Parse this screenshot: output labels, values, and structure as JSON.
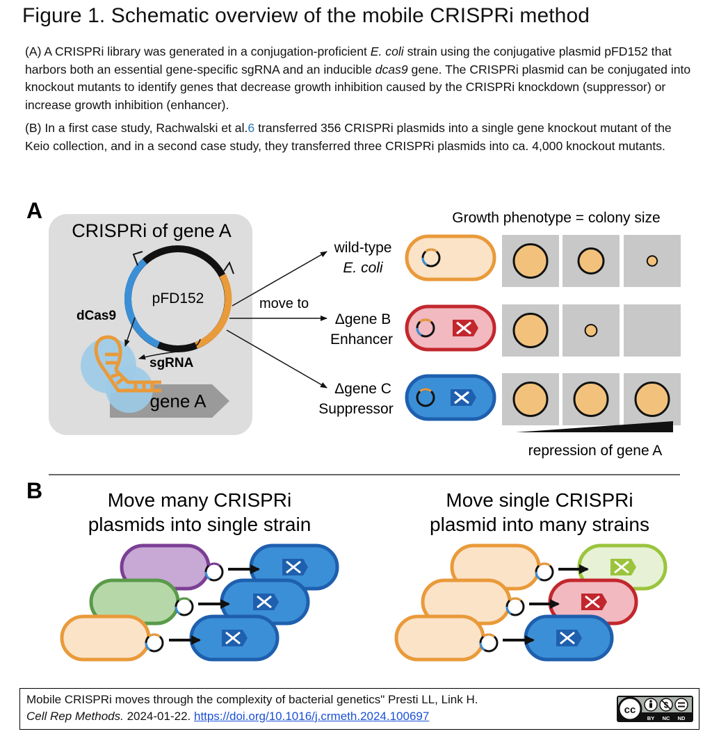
{
  "title": "Figure 1. Schematic overview of the mobile CRISPRi method",
  "caption_a": {
    "t1": "(A) A CRISPRi library was generated in a conjugation-proficient ",
    "t2": "E. coli",
    "t3": " strain using the conjugative plasmid pFD152 that harbors both an essential gene-specific sgRNA and an inducible ",
    "t4": "dcas9",
    "t5": " gene. The CRISPRi plasmid can be conjugated into knockout mutants to identify genes that decrease growth inhibition caused by the CRISPRi knockdown (suppressor) or increase growth inhibition (enhancer)."
  },
  "caption_b": {
    "t1": "(B) In a first case study, Rachwalski et al.",
    "ref": "6",
    "t2": " transferred 356 CRISPRi plasmids into a single gene knockout mutant of the Keio collection, and in a second case study, they transferred three CRISPRi plasmids into ca. 4,000 knockout mutants."
  },
  "panel_a": {
    "label": "A",
    "box_title": "CRISPRi of gene A",
    "plasmid": "pFD152",
    "dcas9": "dCas9",
    "sgrna": "sgRNA",
    "gene": "gene A",
    "move_to": "move to",
    "phenotype_title": "Growth phenotype = colony size",
    "repression": "repression of gene A",
    "rows": [
      {
        "line1": "wild-type",
        "line2": "E. coli",
        "colonies": [
          1.0,
          0.75,
          0.3
        ]
      },
      {
        "line1": "Δgene B",
        "line2": "Enhancer",
        "colonies": [
          1.0,
          0.35,
          0
        ]
      },
      {
        "line1": "Δgene C",
        "line2": "Suppressor",
        "colonies": [
          1.0,
          1.0,
          1.0
        ]
      }
    ]
  },
  "panel_b": {
    "label": "B",
    "left_title_1": "Move many CRISPRi",
    "left_title_2": "plasmids into single strain",
    "right_title_1": "Move single CRISPRi",
    "right_title_2": "plasmid into many strains"
  },
  "colors": {
    "orange": "#e99a3a",
    "cell_fill": "#fbe3c8",
    "blue": "#3b8fd6",
    "blue_dark": "#1e5fae",
    "red": "#c2272d",
    "red_fill": "#f2b9c0",
    "gray_box": "#dddddd",
    "tile": "#c8c8c8",
    "colony": "#f2c27d",
    "purple": "#7b3f95",
    "purple_fill": "#c8a8d4",
    "green": "#5a9a4a",
    "green_fill": "#b6d8a8",
    "lime": "#9bc43c",
    "lime_fill": "#e6f1d6"
  },
  "footer": {
    "line1": "Mobile CRISPRi moves through the complexity of bacterial genetics\" Presti LL, Link H.",
    "journal": "Cell Rep Methods.",
    "date": " 2024-01-22. ",
    "doi": "https://doi.org/10.1016/j.crmeth.2024.100697",
    "license_icon": "cc-by-nc-nd-icon",
    "license_by": "BY",
    "license_nc": "NC",
    "license_nd": "ND"
  }
}
